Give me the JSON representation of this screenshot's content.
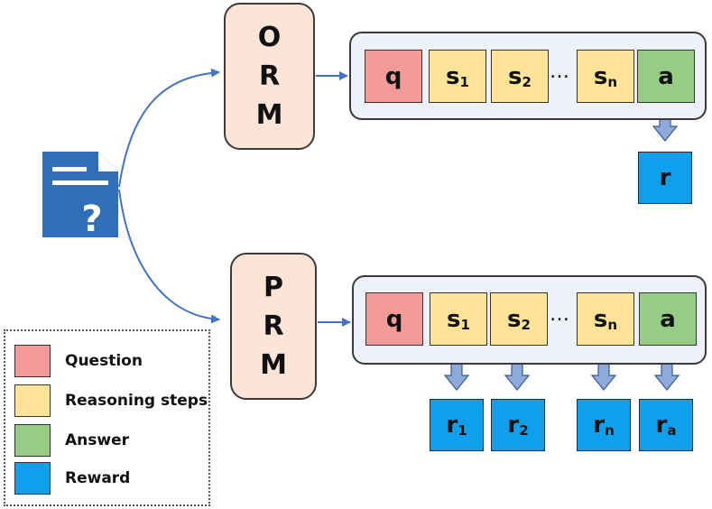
{
  "orm": {
    "letters": [
      "O",
      "R",
      "M"
    ],
    "tokens": {
      "q": "q",
      "s1": "s",
      "s1_sub": "1",
      "s2": "s",
      "s2_sub": "2",
      "sn": "s",
      "sn_sub": "n",
      "a": "a"
    },
    "ellipsis": "…",
    "reward": "r"
  },
  "prm": {
    "letters": [
      "P",
      "R",
      "M"
    ],
    "tokens": {
      "q": "q",
      "s1": "s",
      "s1_sub": "1",
      "s2": "s",
      "s2_sub": "2",
      "sn": "s",
      "sn_sub": "n",
      "a": "a"
    },
    "ellipsis": "…",
    "rewards": [
      {
        "main": "r",
        "sub": "1"
      },
      {
        "main": "r",
        "sub": "2"
      },
      {
        "main": "r",
        "sub": "n"
      },
      {
        "main": "r",
        "sub": "a"
      }
    ]
  },
  "legend": {
    "items": [
      {
        "label": "Question",
        "color": "#f19a97"
      },
      {
        "label": "Reasoning steps",
        "color": "#ffe396"
      },
      {
        "label": "Answer",
        "color": "#95cd84"
      },
      {
        "label": "Reward",
        "color": "#0ea0ec"
      }
    ]
  },
  "colors": {
    "question": "#f19a97",
    "reasoning": "#ffe396",
    "answer": "#95cd84",
    "reward": "#0ea0ec",
    "model_box": "#fce4d6",
    "panel": "#eef1f7",
    "arrow": "#4472c4",
    "down_arrow": "#8eaadb",
    "document": "#2f6fb7"
  },
  "icons": {
    "document": "question-document-icon"
  }
}
